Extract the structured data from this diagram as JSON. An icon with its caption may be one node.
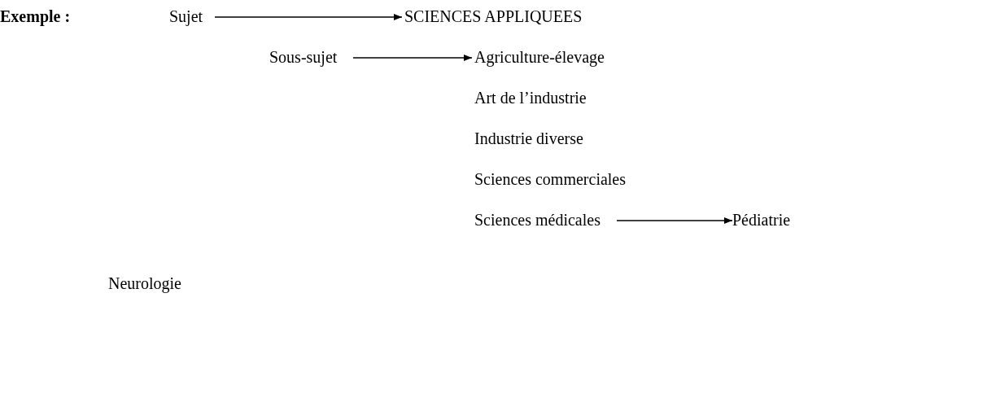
{
  "diagram": {
    "nodes": [
      {
        "text": [
          "Sujet"
        ]
      },
      {
        "text": [
          "SCIENCES APPLIQUEES"
        ]
      },
      {
        "text": [
          "Sous-sujet"
        ]
      },
      {
        "text": [
          "Agriculture-élevage"
        ]
      },
      {
        "text": [
          "Art de l’industrie"
        ]
      },
      {
        "text": [
          "Industrie diverse"
        ]
      },
      {
        "text": [
          "Sciences commerciales"
        ]
      },
      {
        "text": [
          "Sciences médicales"
        ]
      },
      {
        "text": [
          "Pédiatrie"
        ]
      }
    ],
    "edges": [
      {
        "from": 0,
        "to": 1,
        "arrow": "to"
      },
      {
        "from": 2,
        "to": 3,
        "arrow": "to"
      },
      {
        "from": 7,
        "to": 8,
        "arrow": "to"
      }
    ],
    "labels": [
      "Exemple :",
      "Neurologie"
    ]
  }
}
